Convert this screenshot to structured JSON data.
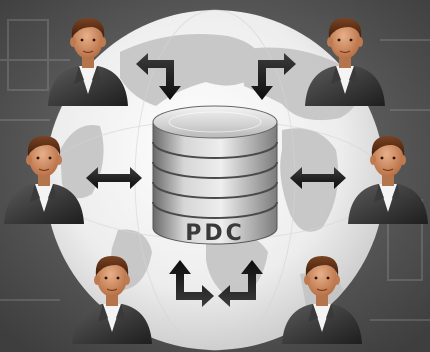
{
  "diagram": {
    "center_label": "PDC",
    "users": [
      {
        "id": "user-top-left"
      },
      {
        "id": "user-top-right"
      },
      {
        "id": "user-middle-left"
      },
      {
        "id": "user-middle-right"
      },
      {
        "id": "user-bottom-left"
      },
      {
        "id": "user-bottom-right"
      }
    ],
    "icons": {
      "database": "database-icon",
      "globe": "globe-icon",
      "user": "user-icon",
      "arrow": "bidirectional-arrow-icon"
    },
    "colors": {
      "background": "#5b5b5b",
      "globe": "#f2f2f2",
      "continents": "#bdbdbd",
      "arrows": "#222222",
      "database": "#a8a8a8",
      "suit": "#2b2b2b",
      "skin": "#c98a5b",
      "hair": "#5a2f12"
    }
  }
}
